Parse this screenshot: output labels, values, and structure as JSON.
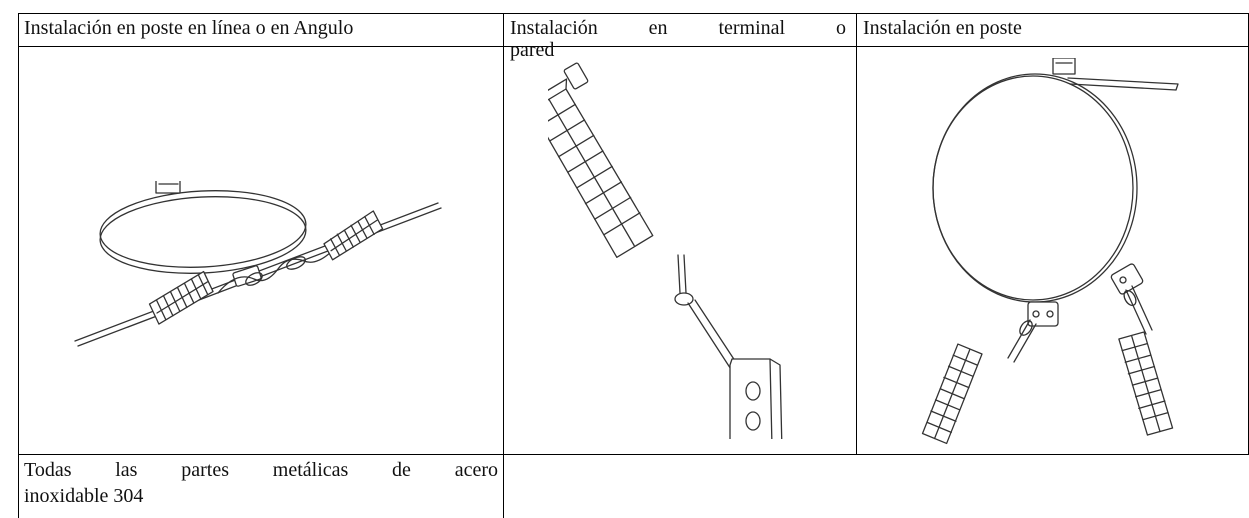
{
  "table": {
    "headers": [
      {
        "text": "Instalación en poste en línea o en Angulo"
      },
      {
        "line1": "Instalación en terminal o",
        "line2": "pared"
      },
      {
        "text": "Instalación en poste"
      }
    ],
    "images": [
      {
        "icon": "inline-pole-suspension-clamp-icon"
      },
      {
        "icon": "terminal-wall-dead-end-clamp-icon"
      },
      {
        "icon": "pole-strap-double-dead-end-clamp-icon"
      }
    ],
    "footer": {
      "line1": "Todas las partes metálicas de acero",
      "line2": "inoxidable 304"
    }
  }
}
